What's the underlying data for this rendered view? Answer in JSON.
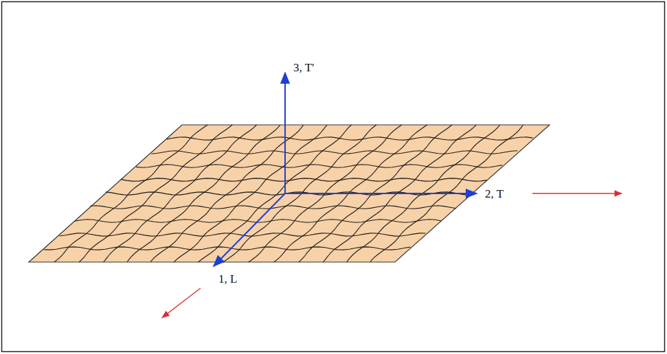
{
  "diagram": {
    "labels": [
      "3, T′",
      "2, T",
      "1, L"
    ]
  }
}
